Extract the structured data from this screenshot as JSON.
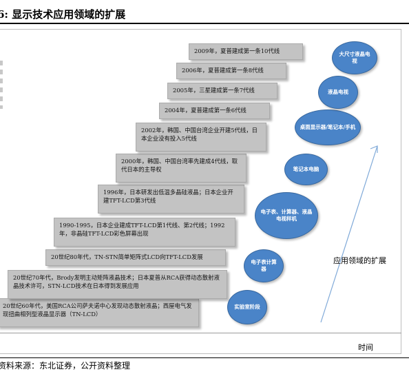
{
  "title": "6:  显示技术应用领域的扩展",
  "timeline": [
    {
      "text": "20世纪60年代，美国RCA公司萨夫诺中心发现动态散射液晶；西屋电气发现扭曲相列型液晶显示器（TN-LCD）"
    },
    {
      "text": "20世纪70年代，Brody发明主动矩阵液晶技术；日本夏普从RCA获得动态散射液晶技术许可，STN-LCD技术在日本得到发展应用"
    },
    {
      "text": "20世纪80年代，TN-STN简单矩阵式LCD向TFT-LCD发展"
    },
    {
      "text": "1990-1995，日本企业建成TFT-LCD第1代线、第2代线；1992年，非晶硅TFT-LCD彩色屏幕出现"
    },
    {
      "text": "1996年，日本研发出低温多晶硅液晶；日本企业开建TFT-LCD第3代线"
    },
    {
      "text": "2000年，韩国、中国台湾率先建成4代线，取代日本的主导权"
    },
    {
      "text": "2002年，韩国、中国台湾企业开建5代线，日本企业没有投入5代线"
    },
    {
      "text": "2004年，夏普建成第一条6代线"
    },
    {
      "text": "2005年，三星建成第一条7代线"
    },
    {
      "text": "2006年，夏普建成第一条8代线"
    },
    {
      "text": "2009年，夏普建成第一条10代线"
    }
  ],
  "applications": [
    {
      "text": "实验室阶段"
    },
    {
      "text": "电子表计算器"
    },
    {
      "text": "电子表、计算器、液晶电视样机"
    },
    {
      "text": "笔记本电脑"
    },
    {
      "text": "桌面显示器/笔记本/手机"
    },
    {
      "text": "液晶电视"
    },
    {
      "text": "大尺寸液晶电视"
    }
  ],
  "apps_label": "应用领域的扩展",
  "axis_label": "时间",
  "source": "资料来源：东北证券，公开资料整理",
  "colors": {
    "box_fill": "#c3c3c3",
    "bubble_fill": "#4a84c8",
    "arrow": "#7fa9d8"
  }
}
